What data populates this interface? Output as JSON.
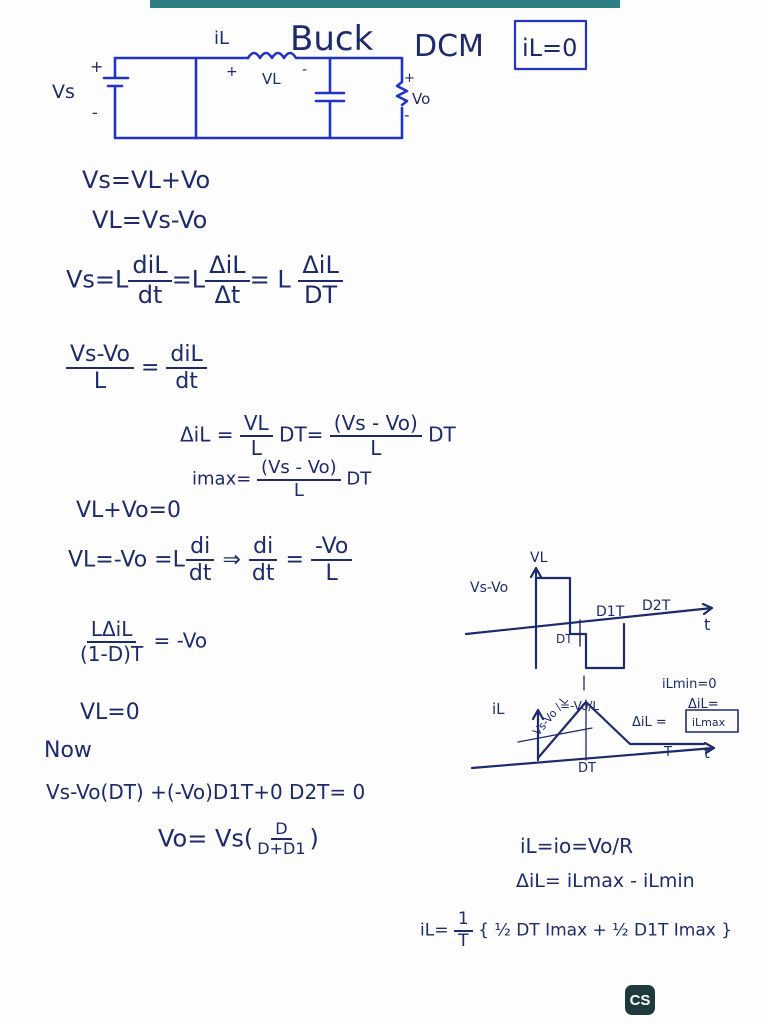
{
  "header": {
    "title_buck": "Buck",
    "title_dcm": "DCM",
    "boxed_condition": "iL=0"
  },
  "circuit": {
    "source_label": "Vs",
    "current_label": "iL",
    "inductor_label": "VL",
    "output_label": "Vo",
    "plus": "+",
    "minus": "-"
  },
  "equations": {
    "e1": "Vs=VL+Vo",
    "e2": "VL=Vs-Vo",
    "e3_lhs": "Vs=L",
    "e3_f1_num": "diL",
    "e3_f1_den": "dt",
    "e3_eq": "=L",
    "e3_f2_num": "ΔiL",
    "e3_f2_den": "Δt",
    "e3_eq2": "= L",
    "e3_f3_num": "ΔiL",
    "e3_f3_den": "DT",
    "e4_num": "Vs-Vo",
    "e4_den": "L",
    "e4_eq": "=",
    "e4_rnum": "diL",
    "e4_rden": "dt",
    "e5_lhs": "ΔiL =",
    "e5_f1_num": "VL",
    "e5_f1_den": "L",
    "e5_mid": "DT=",
    "e5_f2_num": "(Vs - Vo)",
    "e5_f2_den": "L",
    "e5_tail": "DT",
    "e6_lhs": "imax=",
    "e6_num": "(Vs - Vo)",
    "e6_den": "L",
    "e6_tail": "DT",
    "e7": "VL+Vo=0",
    "e8_lhs": "VL=-Vo =L",
    "e8_f1_num": "di",
    "e8_f1_den": "dt",
    "e8_arrow": "⇒",
    "e8_f2_num": "di",
    "e8_f2_den": "dt",
    "e8_eq": "=",
    "e8_f3_num": "-Vo",
    "e8_f3_den": "L",
    "e9_num": "LΔiL",
    "e9_den": "(1-D)T",
    "e9_rhs": "= -Vo",
    "e10": "VL=0",
    "e11": "Now",
    "e12": "Vs-Vo(DT) +(-Vo)D1T+0 D2T= 0",
    "e13_lhs": "Vo=  Vs(",
    "e13_num": "D",
    "e13_den": "D+D1",
    "e13_close": ")",
    "e14": "iL=io=Vo/R",
    "e15": "ΔiL= iLmax - iLmin",
    "e16_lhs": "iL=",
    "e16_num": "1",
    "e16_den": "T",
    "e16_body": "{ ½ DT Imax + ½ D1T Imax }"
  },
  "graph_vl": {
    "axis_label": "VL",
    "time_label": "t",
    "level_pos": "Vs-Vo",
    "seg1": "DT",
    "seg2": "D1T",
    "seg3": "D2T"
  },
  "graph_il": {
    "axis_label": "iL",
    "time_label": "t",
    "slope_up": "Vs-Vo / L",
    "slope_label": "=-Vo/L",
    "t_label": "DT",
    "T_label": "T",
    "note1": "iLmin=0",
    "note2": "ΔiL=",
    "note3": "ΔiL =",
    "note_box": "iLmax"
  },
  "footer": {
    "logo": "CS"
  }
}
